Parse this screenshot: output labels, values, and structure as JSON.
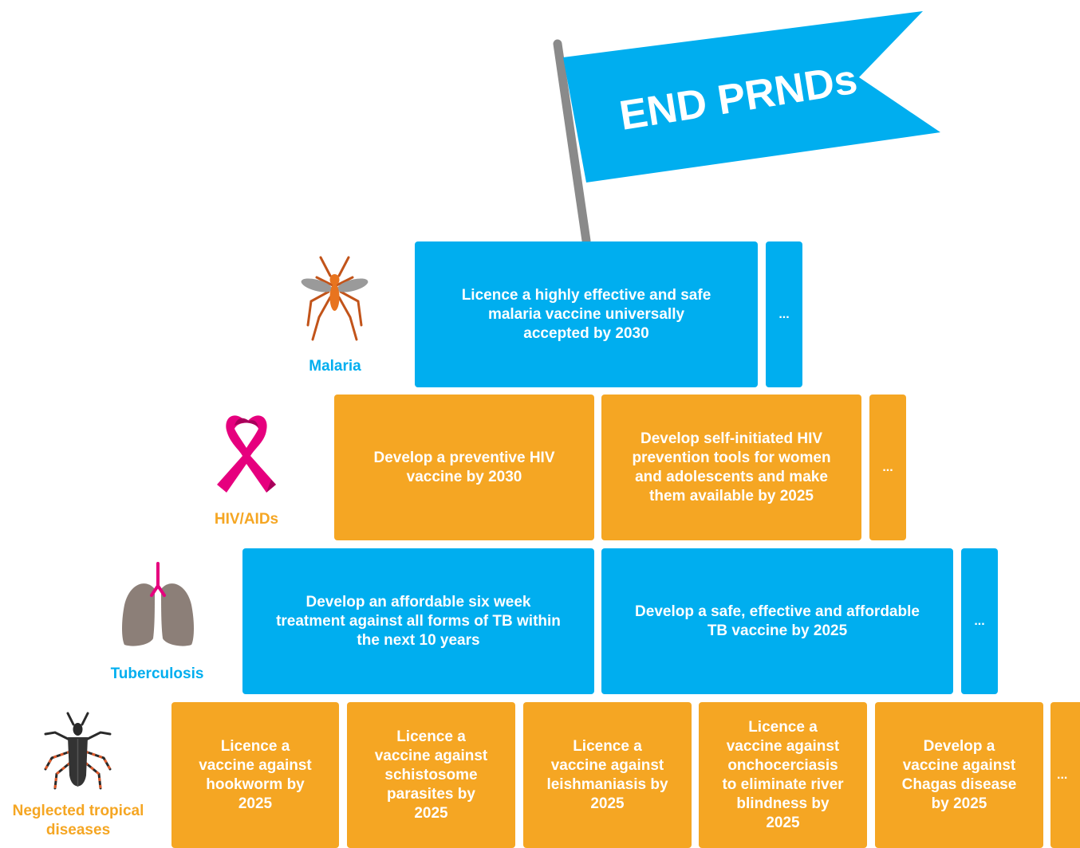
{
  "flag": {
    "text": "END PRNDs"
  },
  "colors": {
    "blue": "#00aeef",
    "orange": "#f5a623",
    "pink": "#e6007e",
    "gray": "#8a8a8a"
  },
  "rows": {
    "malaria": {
      "label": "Malaria",
      "icon": "mosquito-icon",
      "goals": [
        "Licence a highly effective and safe\nmalaria vaccine universally\naccepted by 2030"
      ],
      "more": "..."
    },
    "hiv": {
      "label": "HIV/AIDs",
      "icon": "ribbon-icon",
      "goals": [
        "Develop a preventive HIV\nvaccine by 2030",
        "Develop self-initiated HIV\nprevention tools for women\nand adolescents and make\nthem available by 2025"
      ],
      "more": "..."
    },
    "tb": {
      "label": "Tuberculosis",
      "icon": "lungs-icon",
      "goals": [
        "Develop an affordable six week\ntreatment against all forms of TB within\nthe next 10 years",
        "Develop a safe, effective and affordable\nTB vaccine by 2025"
      ],
      "more": "..."
    },
    "ntd": {
      "label": "Neglected tropical\ndiseases",
      "icon": "bug-icon",
      "goals": [
        "Licence a\nvaccine against\nhookworm by\n2025",
        "Licence a\nvaccine against\nschistosome\nparasites by\n2025",
        "Licence a\nvaccine against\nleishmaniasis by\n2025",
        "Licence a\nvaccine against\nonchocerciasis\nto eliminate river\nblindness by\n2025",
        "Develop a\nvaccine against\nChagas disease\nby 2025"
      ],
      "more": "..."
    }
  }
}
